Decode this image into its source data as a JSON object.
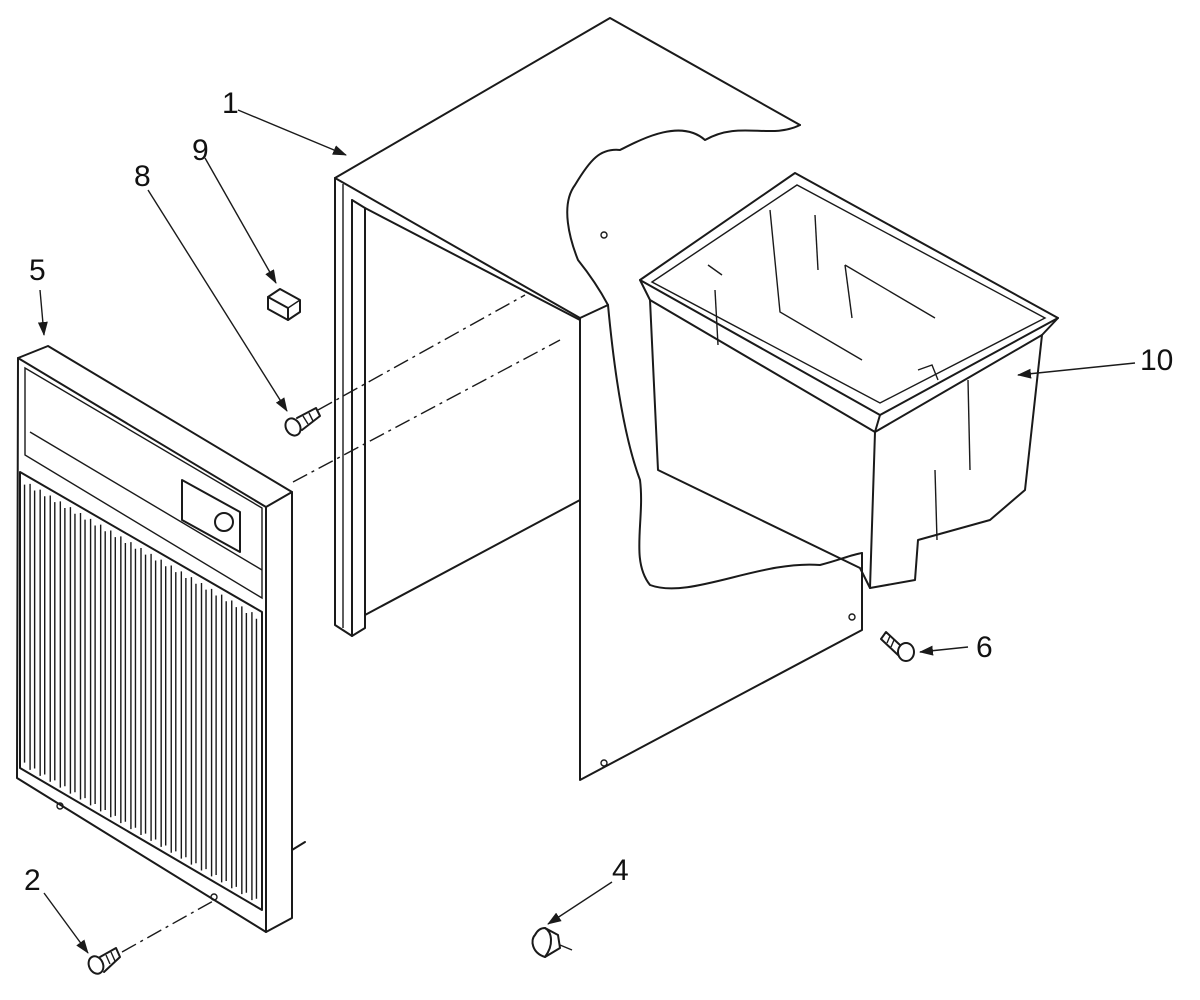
{
  "diagram": {
    "callouts": {
      "c1": "1",
      "c2": "2",
      "c4": "4",
      "c5": "5",
      "c6": "6",
      "c8": "8",
      "c9": "9",
      "c10": "10"
    },
    "parts": [
      {
        "id": "1",
        "icon": "cabinet-wrapper"
      },
      {
        "id": "2",
        "icon": "screw"
      },
      {
        "id": "4",
        "icon": "leveling-foot"
      },
      {
        "id": "5",
        "icon": "front-grille-panel"
      },
      {
        "id": "6",
        "icon": "screw"
      },
      {
        "id": "8",
        "icon": "screw"
      },
      {
        "id": "9",
        "icon": "clip"
      },
      {
        "id": "10",
        "icon": "water-bucket"
      }
    ]
  }
}
